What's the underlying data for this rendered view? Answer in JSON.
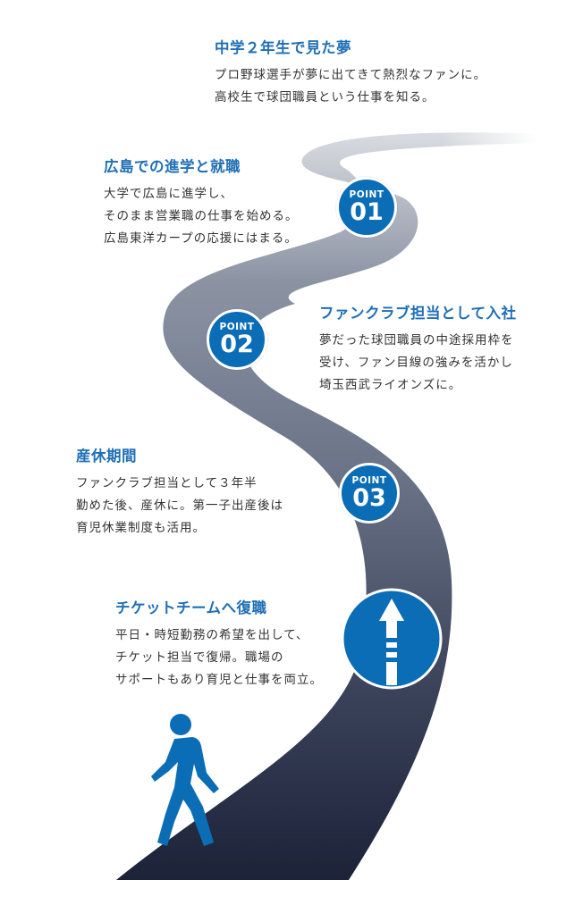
{
  "colors": {
    "accent": "#1f6fb5",
    "badge": "#0b6db6",
    "road_top": "#e4e6ea",
    "road_bottom": "#1c2238"
  },
  "steps": [
    {
      "title": "中学２年生で見た夢",
      "lines": [
        "プロ野球選手が夢に出てきて熱烈なファンに。",
        "高校生で球団職員という仕事を知る。"
      ]
    },
    {
      "title": "広島での進学と就職",
      "lines": [
        "大学で広島に進学し、",
        "そのまま営業職の仕事を始める。",
        "広島東洋カープの応援にはまる。"
      ]
    },
    {
      "title": "ファンクラブ担当として入社",
      "lines": [
        "夢だった球団職員の中途採用枠を",
        "受け、ファン目線の強みを活かし",
        "埼玉西武ライオンズに。"
      ]
    },
    {
      "title": "産休期間",
      "lines": [
        "ファンクラブ担当として３年半",
        "勤めた後、産休に。第一子出産後は",
        "育児休業制度も活用。"
      ]
    },
    {
      "title": "チケットチームへ復職",
      "lines": [
        "平日・時短勤務の希望を出して、",
        "チケット担当で復帰。職場の",
        "サポートもあり育児と仕事を両立。"
      ]
    }
  ],
  "badges": [
    {
      "label": "POINT",
      "number": "01"
    },
    {
      "label": "POINT",
      "number": "02"
    },
    {
      "label": "POINT",
      "number": "03"
    }
  ],
  "icons": {
    "arrow": "up-arrow-sign-icon",
    "person": "walking-person-icon"
  }
}
